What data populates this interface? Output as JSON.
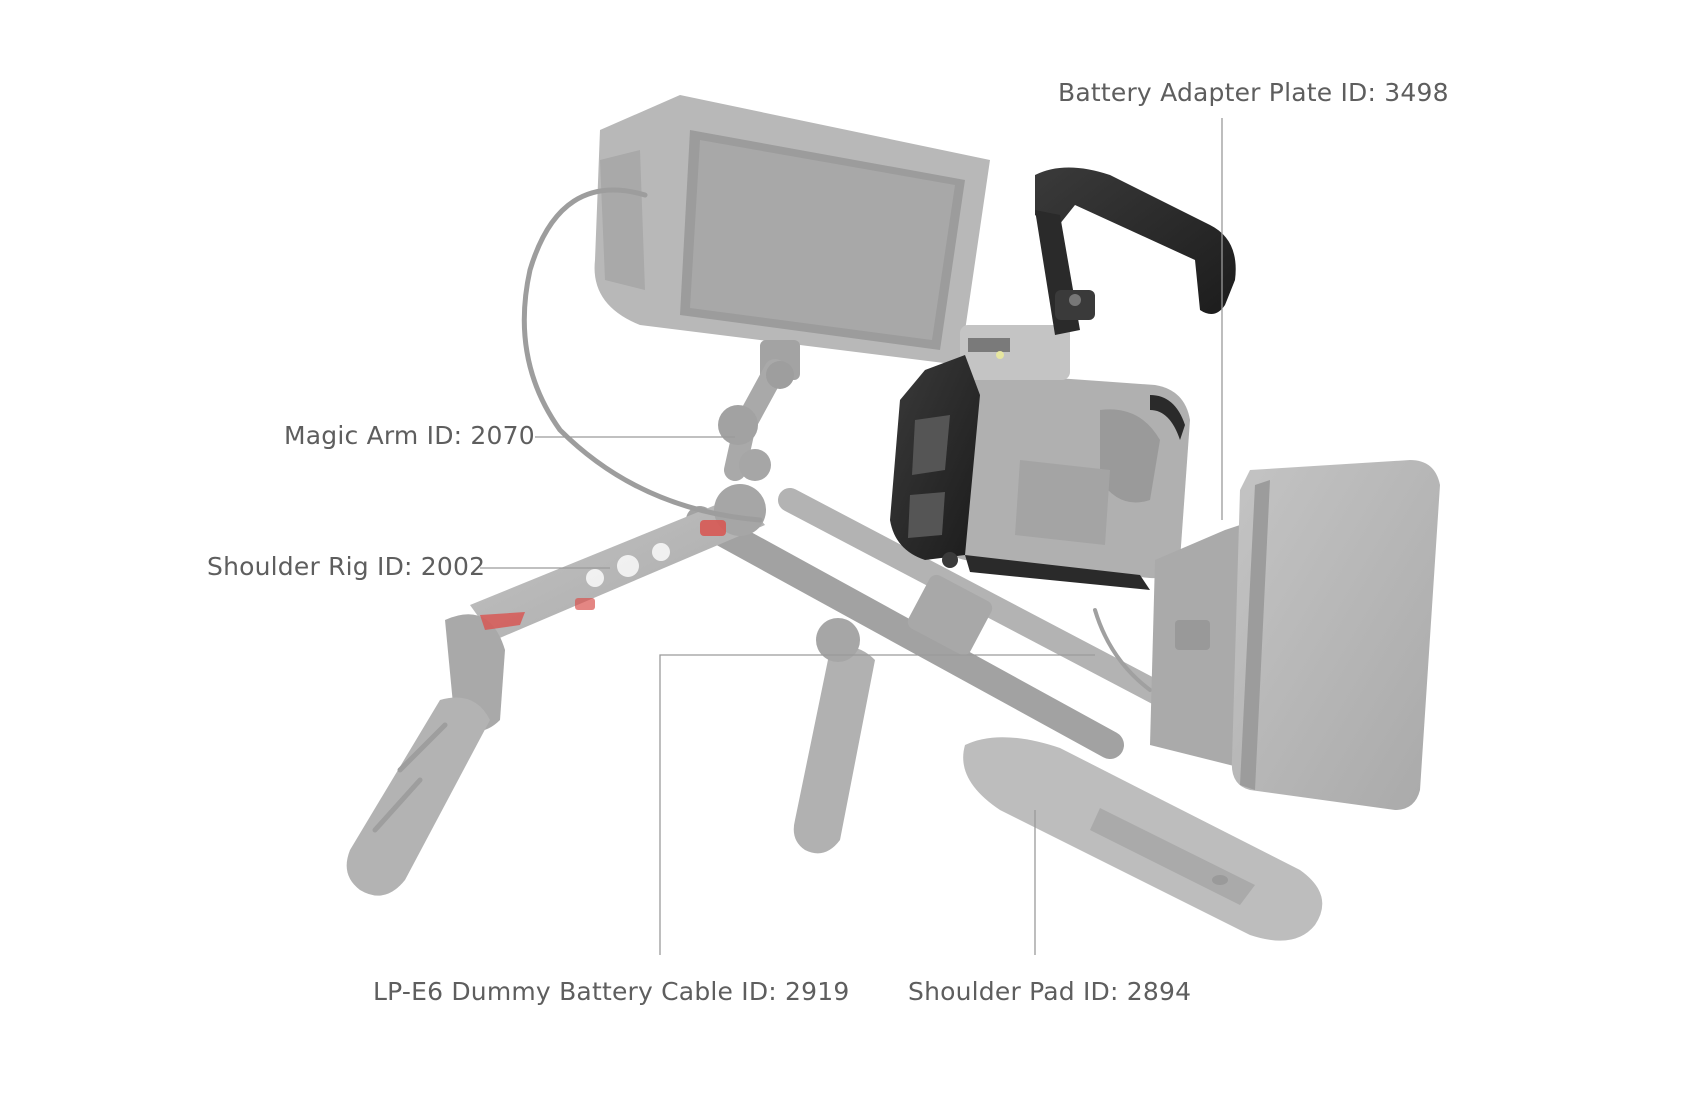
{
  "callouts": {
    "battery_adapter_plate": "Battery Adapter Plate ID: 3498",
    "magic_arm": "Magic Arm ID: 2070",
    "shoulder_rig": "Shoulder Rig ID: 2002",
    "dummy_battery_cable": "LP-E6 Dummy Battery Cable ID: 2919",
    "shoulder_pad": "Shoulder Pad ID: 2894"
  },
  "colors": {
    "background": "#ffffff",
    "faded_part": "#b5b5b5",
    "cage_dark": "#2a2a2a",
    "accent_red": "#d9534f",
    "label_text": "#5e5e5e",
    "leader_line": "#9a9a9a"
  }
}
